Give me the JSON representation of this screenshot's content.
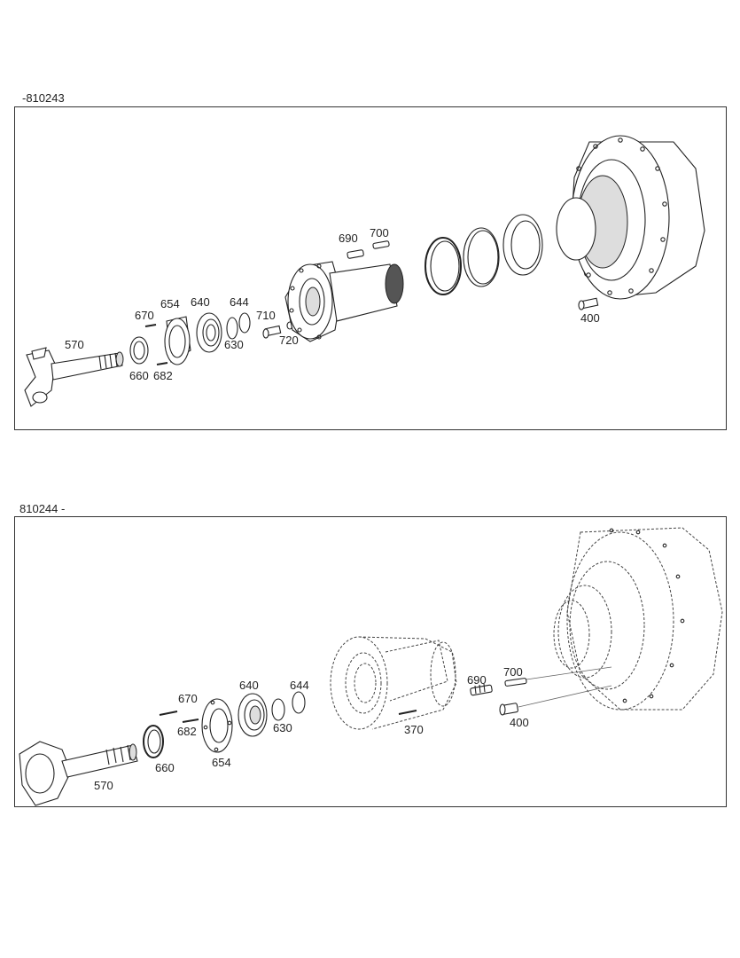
{
  "sections": [
    {
      "label": "-810243",
      "callouts": [
        "570",
        "660",
        "670",
        "682",
        "654",
        "640",
        "630",
        "644",
        "710",
        "720",
        "690",
        "700",
        "400"
      ]
    },
    {
      "label": "810244 -",
      "callouts": [
        "570",
        "660",
        "670",
        "682",
        "654",
        "640",
        "630",
        "644",
        "370",
        "690",
        "700",
        "400"
      ]
    }
  ]
}
